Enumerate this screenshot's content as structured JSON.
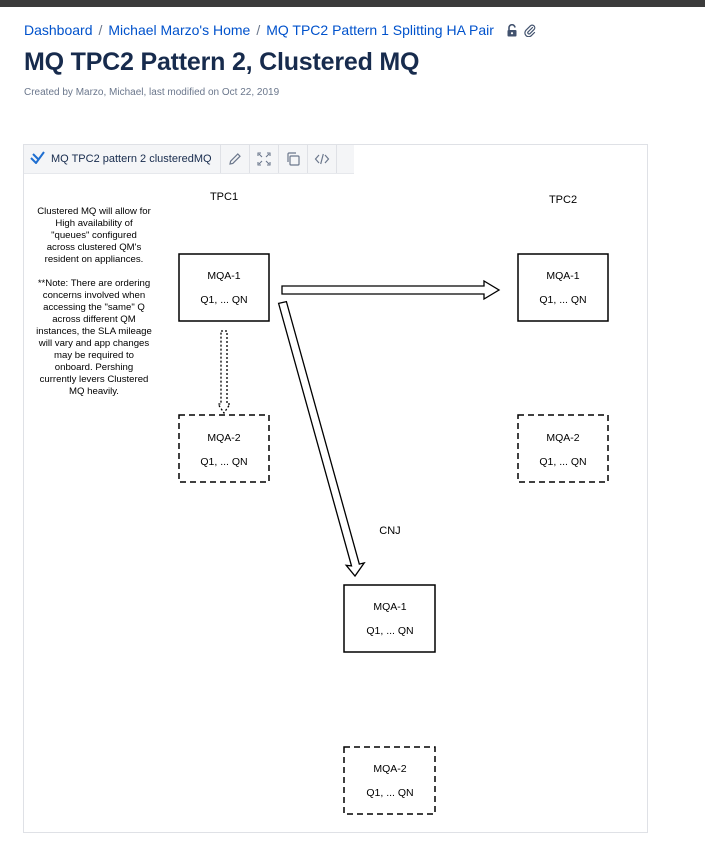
{
  "breadcrumb": {
    "items": [
      "Dashboard",
      "Michael Marzo's Home",
      "MQ TPC2 Pattern 1 Splitting HA Pair"
    ],
    "separator": "/",
    "icons": [
      "unlock-icon",
      "attachment-icon"
    ]
  },
  "page": {
    "title": "MQ TPC2 Pattern 2, Clustered MQ",
    "byline": "Created by Marzo, Michael, last modified on Oct 22, 2019"
  },
  "macro": {
    "name": "MQ TPC2 pattern 2 clusteredMQ",
    "buttons": [
      "edit-icon",
      "fullscreen-icon",
      "copy-icon",
      "embed-code-icon"
    ]
  },
  "diagram": {
    "labels": {
      "tpc1": "TPC1",
      "tpc2": "TPC2",
      "cnj": "CNJ"
    },
    "note": {
      "paragraph1": "Clustered MQ will allow for High availability of \"queues\" configured across clustered QM's resident on appliances.",
      "paragraph2": "**Note: There are ordering concerns involved when accessing the \"same\" Q across different QM instances, the SLA mileage will vary and app changes may be required to onboard.   Pershing currently levers Clustered MQ heavily."
    },
    "boxes": {
      "tpc1_primary": {
        "name": "MQA-1",
        "queues": "Q1, ... QN",
        "style": "solid"
      },
      "tpc1_secondary": {
        "name": "MQA-2",
        "queues": "Q1, ... QN",
        "style": "dashed"
      },
      "tpc2_primary": {
        "name": "MQA-1",
        "queues": "Q1, ... QN",
        "style": "solid"
      },
      "tpc2_secondary": {
        "name": "MQA-2",
        "queues": "Q1, ... QN",
        "style": "dashed"
      },
      "cnj_primary": {
        "name": "MQA-1",
        "queues": "Q1, ... QN",
        "style": "solid"
      },
      "cnj_secondary": {
        "name": "MQA-2",
        "queues": "Q1, ... QN",
        "style": "dashed"
      }
    }
  },
  "colors": {
    "link": "#0052cc",
    "title": "#172b4d",
    "muted": "#6b778c",
    "topbar": "#3b3b3b"
  }
}
